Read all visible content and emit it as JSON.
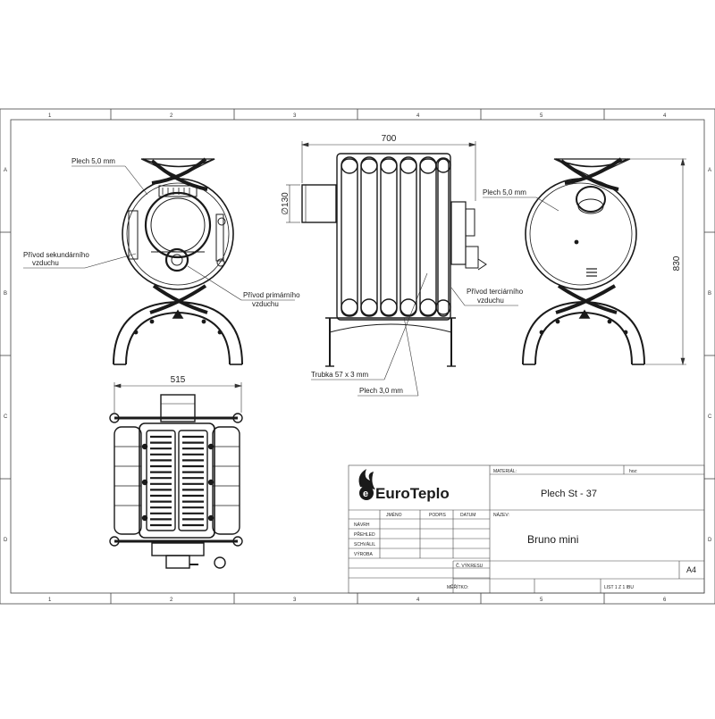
{
  "frame": {
    "columns_top": [
      "1",
      "2",
      "3",
      "4",
      "5",
      "4"
    ],
    "columns_bottom": [
      "1",
      "2",
      "3",
      "4",
      "5",
      "6"
    ],
    "rows_left": [
      "A",
      "B",
      "C",
      "D"
    ],
    "rows_right": [
      "A",
      "B",
      "C",
      "D"
    ]
  },
  "dimensions": {
    "width_side": "700",
    "diameter_flue": "∅130",
    "height": "830",
    "width_top": "515"
  },
  "callouts": {
    "sheet_front": "Plech 5,0 mm",
    "secondary_1": "Přívod sekundárního",
    "secondary_2": "vzduchu",
    "primary_1": "Přívod primárního",
    "primary_2": "vzduchu",
    "tube": "Trubka 57 x 3 mm",
    "sheet_bottom": "Plech 3,0 mm",
    "sheet_back": "Plech 5,0 mm",
    "tertiary_1": "Přívod terciárního",
    "tertiary_2": "vzduchu"
  },
  "title_block": {
    "logo_text": "EuroTeplo",
    "logo_letter": "e",
    "hoz": "hoz:",
    "material_label": "MATERIÁL:",
    "material_value": "Plech  St - 37",
    "name_label": "NÁZEV:",
    "name_value": "Bruno mini",
    "col_jmeno": "JMÉNO",
    "col_podpis": "PODPIS",
    "col_datum": "DATUM",
    "row_navrh": "NÁVRH",
    "row_pregled": "PŘEHLED",
    "row_schvalil": "SCHVÁLIL",
    "row_vyroba": "VÝROBA",
    "vykresu_label": "Č. VÝKRESU",
    "format": "A4",
    "meritko": "MĚŘÍTKO:",
    "list": "LIST 1 Z 1 IBU"
  },
  "colors": {
    "line": "#1a1a1a",
    "frame": "#333333",
    "background": "#ffffff"
  }
}
